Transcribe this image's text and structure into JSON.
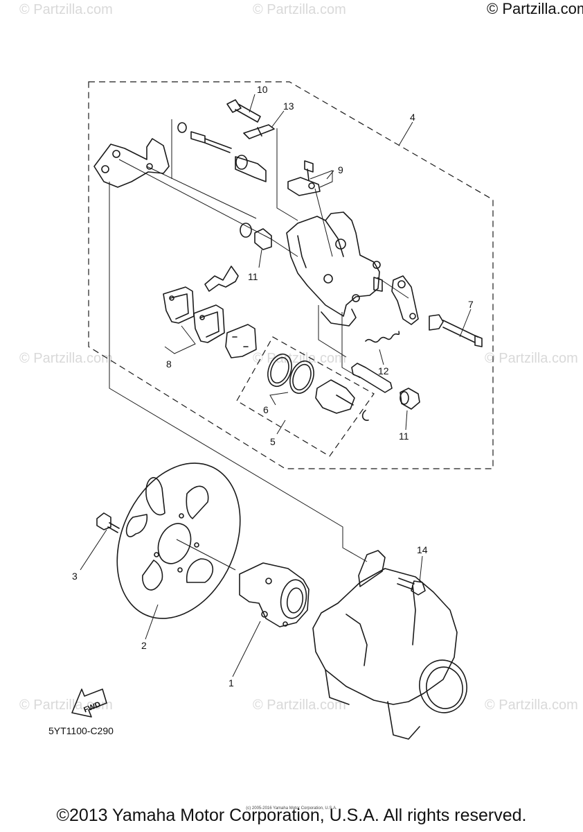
{
  "header": {
    "copyright": "© Partzilla.com"
  },
  "watermark": {
    "text": "© Partzilla.com"
  },
  "callouts": {
    "c1": "1",
    "c2": "2",
    "c3": "3",
    "c4": "4",
    "c5": "5",
    "c6": "6",
    "c7": "7",
    "c8": "8",
    "c9": "9",
    "c10": "10",
    "c11a": "11",
    "c11b": "11",
    "c12": "12",
    "c13": "13",
    "c14": "14"
  },
  "fwd_label": "FWD",
  "diagram_code": "5YT1100-C290",
  "footer": {
    "copyright": "©2013 Yamaha Motor Corporation, U.S.A. All rights reserved.",
    "small_print": "(c) 2005-2016 Yamaha Motor Corporation, U.S.A."
  }
}
